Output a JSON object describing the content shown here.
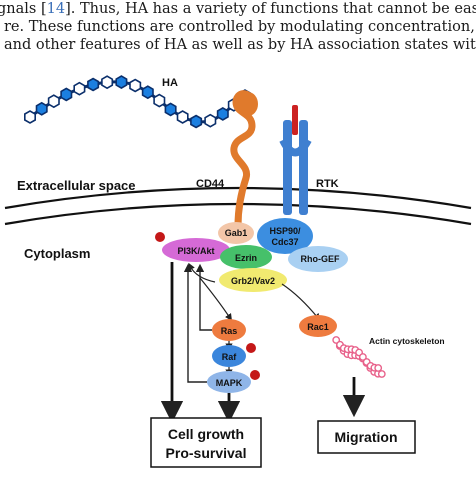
{
  "paragraph": {
    "line1_pre": "gnals [",
    "line1_cite": "14",
    "line1_post": "]. Thus, HA has a variety of functions that cannot be easily im",
    "line2": "re.  These functions are controlled by modulating concentration, suga",
    "line3": "and other features of HA as well as by HA association states with bindi"
  },
  "figure": {
    "labels": {
      "ha": "HA",
      "cd44": "CD44",
      "rtk": "RTK",
      "extracellular": "Extracellular space",
      "cytoplasm": "Cytoplasm",
      "actin": "Actin cytoskeleton"
    },
    "nodes": {
      "gab1": "Gab1",
      "pi3k": "PI3K/Akt",
      "ezrin": "Ezrin",
      "hsp90_line1": "HSP90/",
      "hsp90_line2": "Cdc37",
      "rhogef": "Rho-GEF",
      "grb2": "Grb2/Vav2",
      "ras": "Ras",
      "raf": "Raf",
      "mapk": "MAPK",
      "rac1": "Rac1"
    },
    "outcomes": {
      "cell_growth_line1": "Cell growth",
      "cell_growth_line2": "Pro-survival",
      "migration": "Migration"
    },
    "colors": {
      "ha_dark": "#0b2f6b",
      "ha_blue": "#1b7fe0",
      "ha_white": "#ffffff",
      "cd44": "#e07a2c",
      "rtk": "#3f7fd0",
      "rtk_ligand": "#cc2222",
      "gab1": "#f3c6a8",
      "pi3k": "#d56ad6",
      "ezrin": "#46c06a",
      "hsp90": "#3c8ee0",
      "rhogef": "#a9d0f2",
      "grb2": "#f1ea70",
      "ras": "#ee7b3f",
      "raf": "#3b86dc",
      "mapk": "#8fb5e8",
      "rac1": "#ee7b3f",
      "phospho": "#c41818",
      "actin": "#e8618a"
    }
  }
}
